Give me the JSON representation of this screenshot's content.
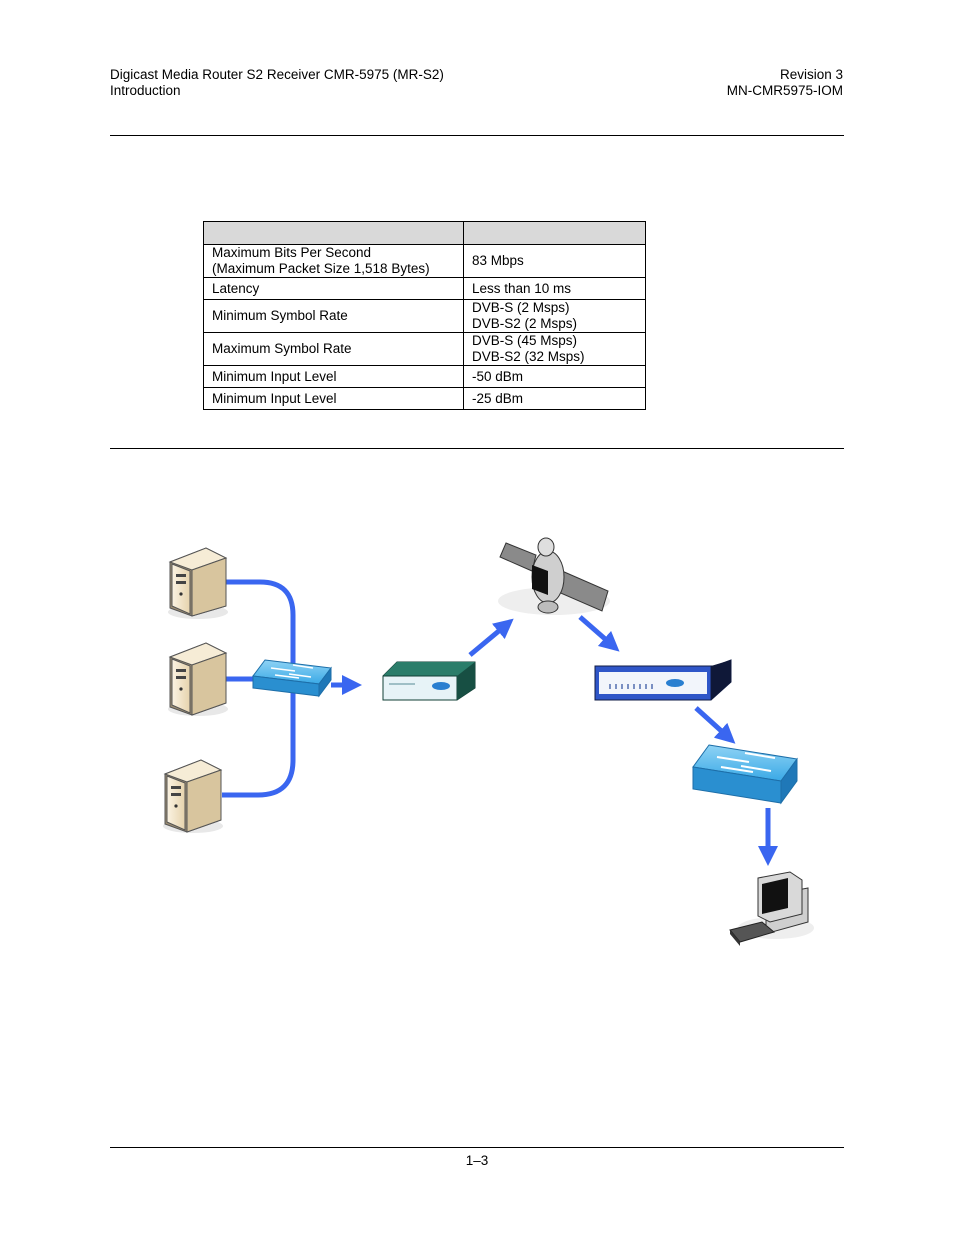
{
  "header": {
    "left_line1": "Digicast Media Router S2 Receiver CMR-5975 (MR-S2)",
    "left_line2": "Introduction",
    "right_line1": "Revision 3",
    "right_line2": "MN-CMR5975-IOM"
  },
  "spec_table": {
    "header": [
      "",
      ""
    ],
    "rows": [
      {
        "param_line1": "Maximum Bits Per Second",
        "param_line2": "(Maximum Packet Size 1,518 Bytes)",
        "value_line1": "83 Mbps",
        "value_line2": ""
      },
      {
        "param_line1": "Latency",
        "param_line2": "",
        "value_line1": "Less than 10 ms",
        "value_line2": ""
      },
      {
        "param_line1": "Minimum Symbol Rate",
        "param_line2": "",
        "value_line1": "DVB-S  (2 Msps)",
        "value_line2": "DVB-S2  (2 Msps)"
      },
      {
        "param_line1": "Maximum Symbol Rate",
        "param_line2": "",
        "value_line1": "DVB-S  (45 Msps)",
        "value_line2": "DVB-S2  (32 Msps)"
      },
      {
        "param_line1": "Minimum Input Level",
        "param_line2": "",
        "value_line1": "-50 dBm",
        "value_line2": ""
      },
      {
        "param_line1": "Minimum Input Level",
        "param_line2": "",
        "value_line1": "-25 dBm",
        "value_line2": ""
      }
    ]
  },
  "diagram": {
    "icons": [
      "server-icon",
      "server-icon",
      "server-icon",
      "network-switch-icon",
      "media-router-icon",
      "satellite-icon",
      "receiver-icon",
      "network-switch-icon",
      "computer-icon"
    ],
    "link_color": "#3a66f0",
    "server_color": "#efe0c4",
    "switch_color": "#3aa9e6",
    "router_color": "#1f6b5a",
    "receiver_color": "#2f56c8"
  },
  "footer": {
    "page_number": "1–3"
  }
}
